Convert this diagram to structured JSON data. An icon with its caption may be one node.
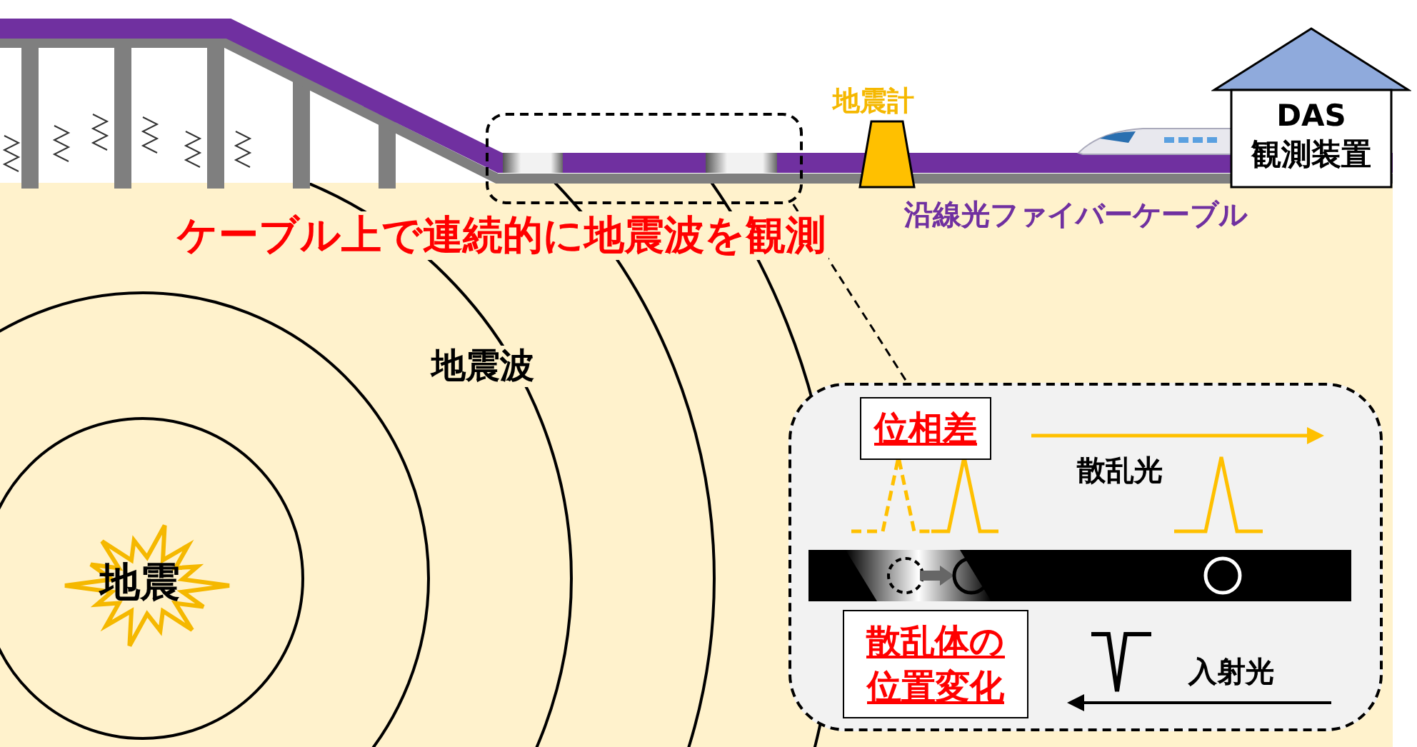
{
  "diagram": {
    "nodes": [
      {
        "text": [
          "地震"
        ]
      },
      {
        "text": [
          "地震計"
        ]
      },
      {
        "text": [
          "DAS 観測装置"
        ]
      },
      {
        "text": [],
        "shape": "box"
      },
      {
        "text": [],
        "shape": "box"
      },
      {
        "text": [
          "位相差"
        ],
        "in": 4
      },
      {
        "text": [
          "散乱体の位置変化"
        ],
        "in": 4
      }
    ],
    "edges": [
      {
        "from": 3,
        "to": 4,
        "arrow": "none",
        "style": "dashed"
      }
    ],
    "labels": [
      "ケーブル上で連続的に地震波を観測",
      "沿線光ファイバーケーブル",
      "地震波",
      "散乱光",
      "入射光"
    ]
  }
}
